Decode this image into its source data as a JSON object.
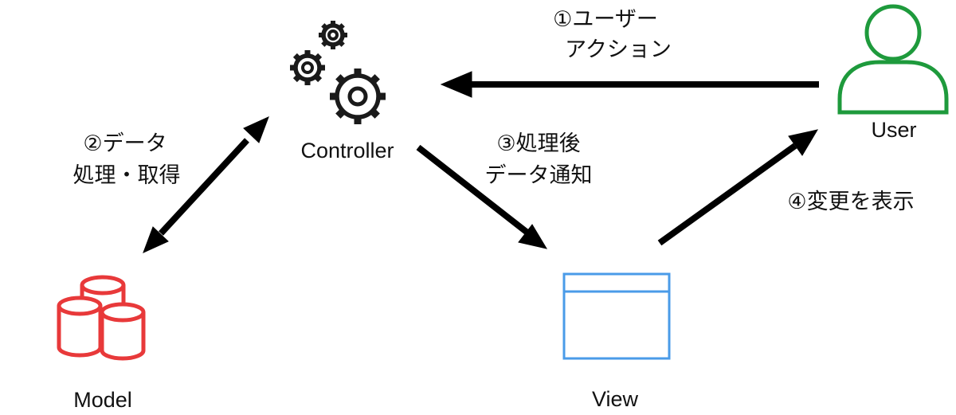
{
  "nodes": {
    "controller": {
      "label": "Controller",
      "icon": "gears-icon",
      "color": "#1a1a1a"
    },
    "user": {
      "label": "User",
      "icon": "user-icon",
      "color": "#1e9a3c"
    },
    "model": {
      "label": "Model",
      "icon": "database-icon",
      "color": "#e8393a"
    },
    "view": {
      "label": "View",
      "icon": "window-icon",
      "color": "#4a9be8"
    }
  },
  "steps": {
    "step1": {
      "line1": "①ユーザー",
      "line2": "アクション"
    },
    "step2": {
      "line1": "②データ",
      "line2": "処理・取得"
    },
    "step3": {
      "line1": "③処理後",
      "line2": "データ通知"
    },
    "step4": {
      "line1": "④変更を表示"
    }
  }
}
